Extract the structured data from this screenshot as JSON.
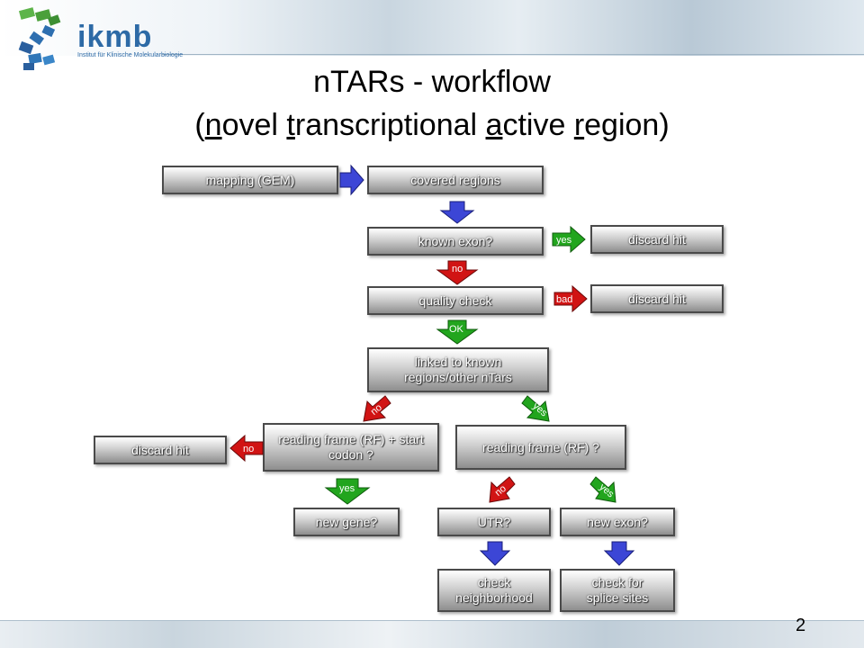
{
  "logo": {
    "name": "ikmb",
    "subtitle": "Institut für Klinische Molekularbiologie"
  },
  "title": {
    "line1": "nTARs - workflow",
    "line2_parts": [
      "(",
      "n",
      "ovel ",
      "t",
      "ranscriptional ",
      "a",
      "ctive ",
      "r",
      "egion)"
    ]
  },
  "boxes": {
    "mapping": "mapping (GEM)",
    "covered": "covered regions",
    "known_exon": "known exon?",
    "discard1": "discard hit",
    "quality": "quality check",
    "discard2": "discard hit",
    "linked": "linked to known regions/other nTars",
    "rf_start": "reading frame (RF) + start codon ?",
    "rf": "reading frame (RF) ?",
    "discard3": "discard hit",
    "new_gene": "new gene?",
    "utr": "UTR?",
    "new_exon": "new exon?",
    "check_neighborhood": "check neighborhood",
    "check_splice": "check for splice sites"
  },
  "arrow_labels": {
    "known_yes": "yes",
    "known_no": "no",
    "quality_bad": "bad",
    "quality_ok": "OK",
    "linked_no": "no",
    "linked_yes": "yes",
    "rfstart_no": "no",
    "rfstart_yes": "yes",
    "rf_no": "no",
    "rf_yes": "yes"
  },
  "colors": {
    "blue": "#3c46d6",
    "green": "#22a51e",
    "red": "#d11414"
  },
  "page_number": "2"
}
